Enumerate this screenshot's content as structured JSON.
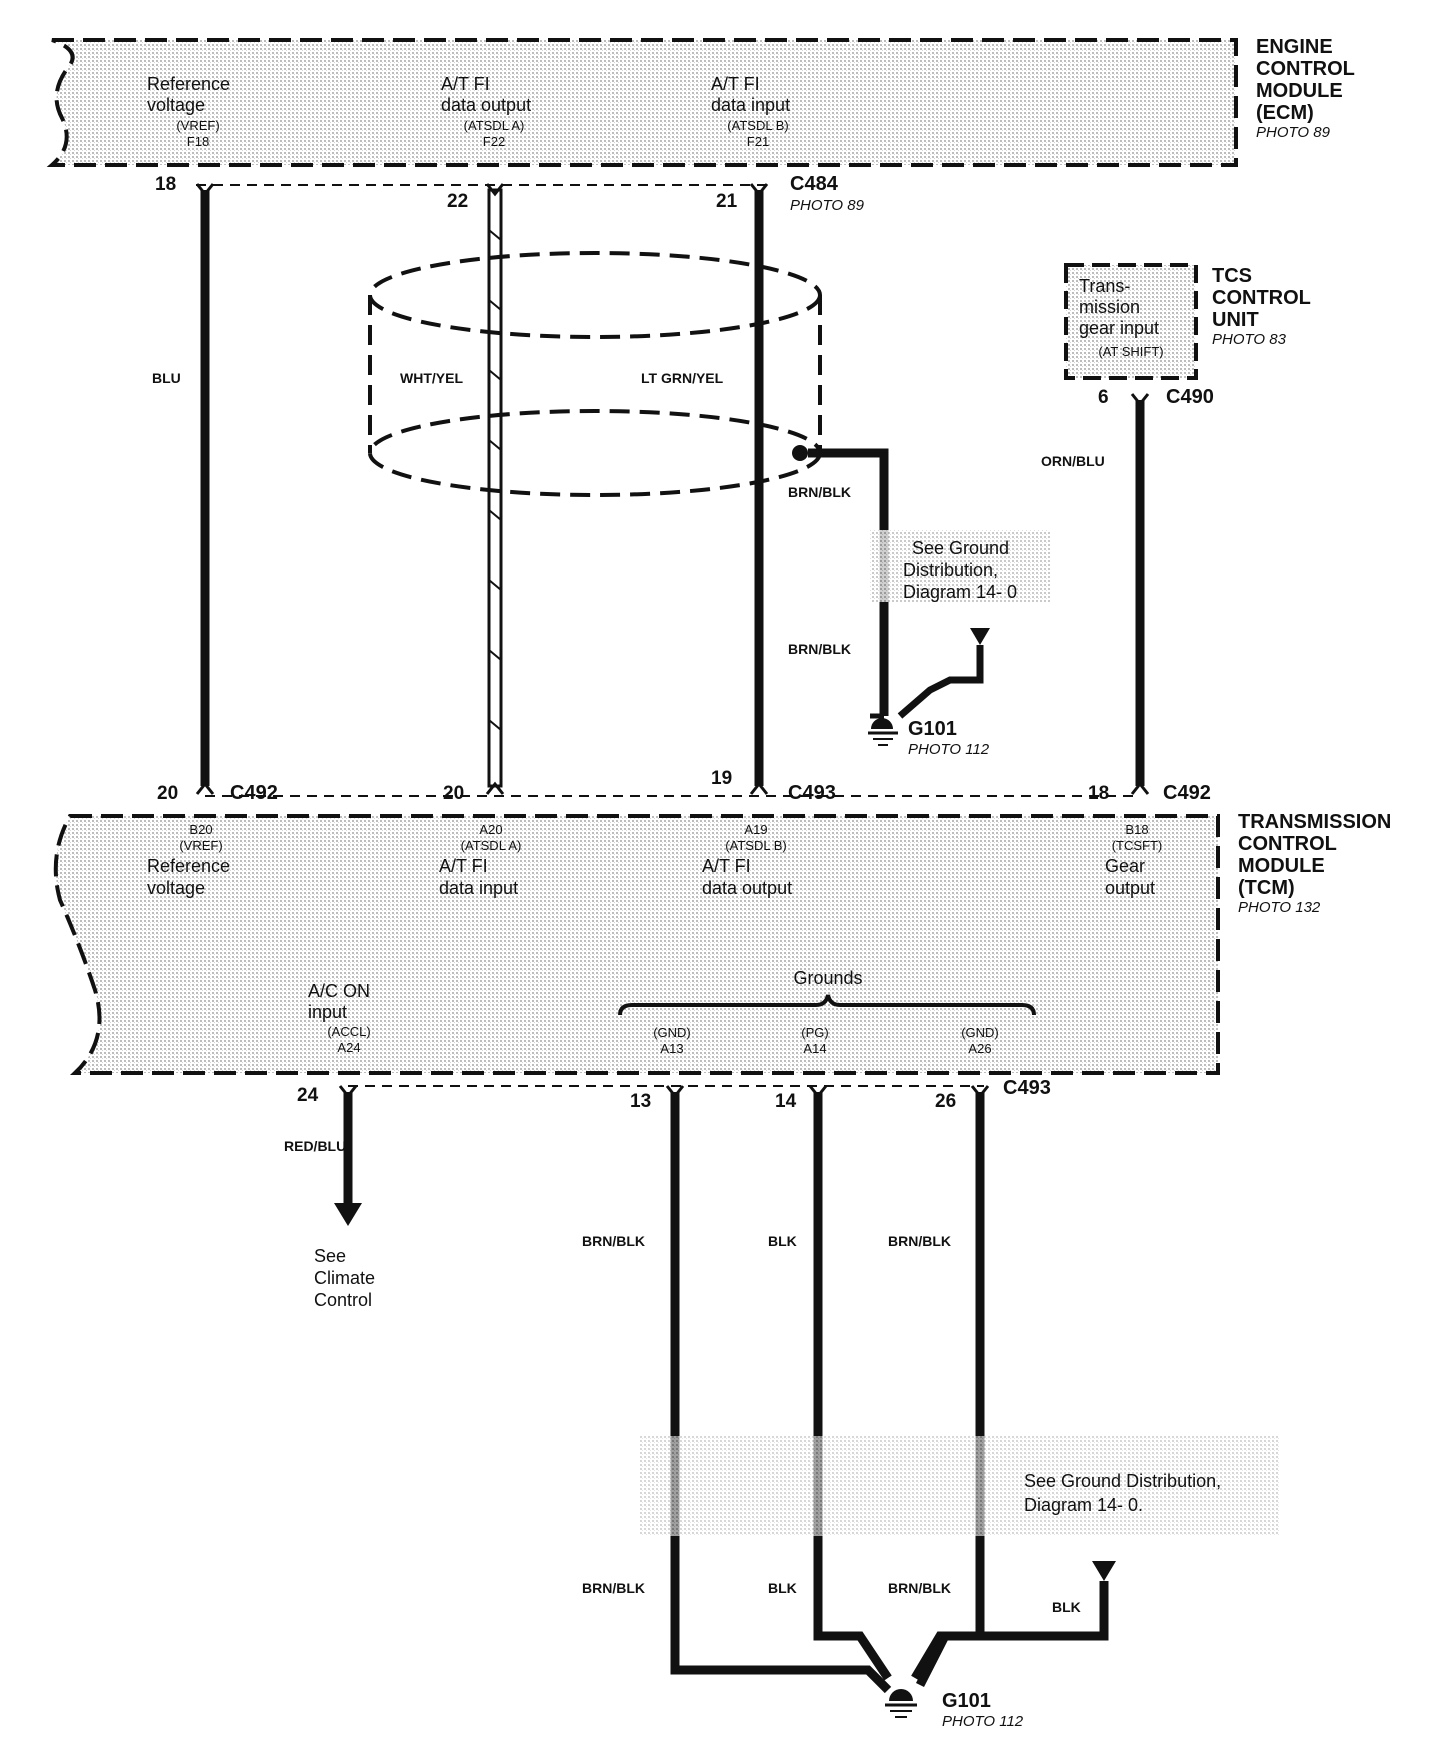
{
  "colors": {
    "line": "#111111",
    "stipple": "#cfcfcf",
    "background": "#ffffff"
  },
  "ecm": {
    "name_lines": [
      "ENGINE",
      "CONTROL",
      "MODULE",
      "(ECM)"
    ],
    "photo": "PHOTO 89",
    "pins": [
      {
        "line1": "Reference",
        "line2": "voltage",
        "signal": "(VREF)",
        "pin": "F18"
      },
      {
        "line1": "A/T FI",
        "line2": "data output",
        "signal": "(ATSDL A)",
        "pin": "F22"
      },
      {
        "line1": "A/T FI",
        "line2": "data input",
        "signal": "(ATSDL B)",
        "pin": "F21"
      }
    ]
  },
  "tcs": {
    "name_lines": [
      "TCS",
      "CONTROL",
      "UNIT"
    ],
    "photo": "PHOTO 83",
    "pin_lines": [
      "Trans-",
      "mission",
      "gear input"
    ],
    "signal": "(AT SHIFT)"
  },
  "tcm": {
    "name_lines": [
      "TRANSMISSION",
      "CONTROL",
      "MODULE",
      "(TCM)"
    ],
    "photo": "PHOTO 132",
    "pins": [
      {
        "pin": "B20",
        "signal": "(VREF)",
        "line1": "Reference",
        "line2": "voltage"
      },
      {
        "pin": "A20",
        "signal": "(ATSDL A)",
        "line1": "A/T FI",
        "line2": "data input"
      },
      {
        "pin": "A19",
        "signal": "(ATSDL B)",
        "line1": "A/T FI",
        "line2": "data output"
      },
      {
        "pin": "B18",
        "signal": "(TCSFT)",
        "line1": "Gear",
        "line2": "output"
      }
    ],
    "ac": {
      "line1": "A/C ON",
      "line2": "input",
      "signal": "(ACCL)",
      "pin": "A24"
    },
    "grounds_title": "Grounds",
    "grounds": [
      {
        "signal": "(GND)",
        "pin": "A13"
      },
      {
        "signal": "(PG)",
        "pin": "A14"
      },
      {
        "signal": "(GND)",
        "pin": "A26"
      }
    ]
  },
  "connectors": {
    "c484": "C484",
    "c484_photo": "PHOTO 89",
    "c490": "C490",
    "c492_left": "C492",
    "c493_mid": "C493",
    "c492_right": "C492",
    "c493_bottom": "C493"
  },
  "pin_numbers": {
    "ecm_18": "18",
    "ecm_22": "22",
    "ecm_21": "21",
    "tcs_6": "6",
    "tcm_top_20a": "20",
    "tcm_top_20b": "20",
    "tcm_top_19": "19",
    "tcm_top_18": "18",
    "tcm_bot_24": "24",
    "tcm_bot_13": "13",
    "tcm_bot_14": "14",
    "tcm_bot_26": "26"
  },
  "wire_colors": {
    "blu": "BLU",
    "wht_yel": "WHT/YEL",
    "lt_grn_yel": "LT GRN/YEL",
    "brn_blk_upper1": "BRN/BLK",
    "brn_blk_upper2": "BRN/BLK",
    "orn_blu": "ORN/BLU",
    "red_blu": "RED/BLU",
    "brn_blk_13a": "BRN/BLK",
    "blk_14a": "BLK",
    "brn_blk_26a": "BRN/BLK",
    "brn_blk_13b": "BRN/BLK",
    "blk_14b": "BLK",
    "brn_blk_26b": "BRN/BLK",
    "blk_right": "BLK"
  },
  "grounds": {
    "upper": {
      "name": "G101",
      "photo": "PHOTO 112"
    },
    "lower": {
      "name": "G101",
      "photo": "PHOTO 112"
    }
  },
  "notes": {
    "ground_ref_upper": [
      "See Ground",
      "Distribution,",
      "Diagram 14- 0"
    ],
    "climate": [
      "See",
      "Climate",
      "Control"
    ],
    "ground_ref_lower": [
      "See Ground Distribution,",
      "Diagram 14- 0."
    ]
  }
}
